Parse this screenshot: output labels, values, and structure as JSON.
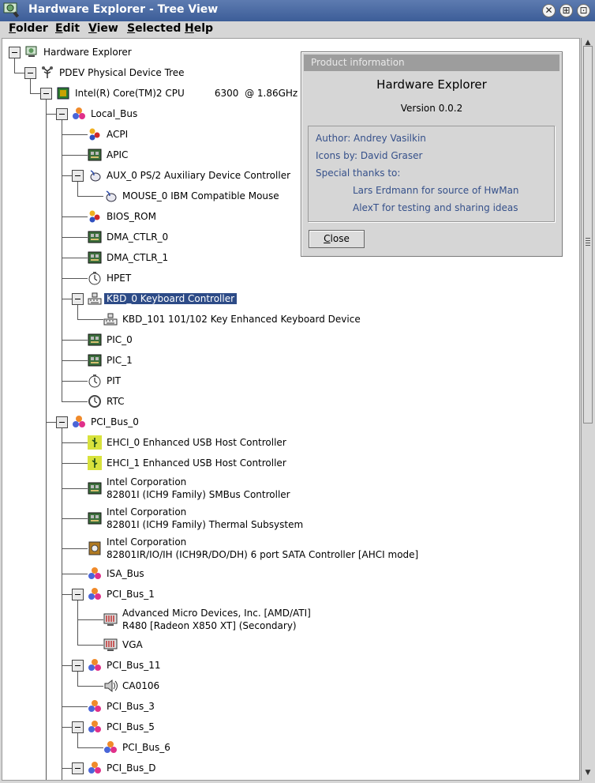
{
  "window": {
    "title": "Hardware Explorer - Tree View"
  },
  "menubar": [
    {
      "label": "Folder",
      "mnemonic": "F",
      "rest": "older"
    },
    {
      "label": "Edit",
      "mnemonic": "E",
      "rest": "dit"
    },
    {
      "label": "View",
      "mnemonic": "V",
      "rest": "iew"
    },
    {
      "label": "Selected",
      "mnemonic": "S",
      "rest": "elected"
    },
    {
      "label": "Help",
      "mnemonic": "H",
      "rest": "elp"
    }
  ],
  "tree": {
    "nodes": [
      {
        "label": "Hardware Explorer",
        "icon": "computer-icon",
        "selected": false
      },
      {
        "label": "PDEV Physical Device Tree",
        "icon": "tree-icon",
        "selected": false
      },
      {
        "label": "Intel(R) Core(TM)2 CPU          6300  @ 1.86GHz",
        "icon": "cpu-icon",
        "selected": false
      },
      {
        "label": "Local_Bus",
        "icon": "bus-icon",
        "selected": false
      },
      {
        "label": "ACPI",
        "icon": "acpi-icon",
        "selected": false
      },
      {
        "label": "APIC",
        "icon": "chip-icon",
        "selected": false
      },
      {
        "label": "AUX_0 PS/2 Auxiliary Device Controller",
        "icon": "mouse-icon",
        "selected": false
      },
      {
        "label": "MOUSE_0 IBM Compatible Mouse",
        "icon": "mouse-icon",
        "selected": false
      },
      {
        "label": "BIOS_ROM",
        "icon": "acpi-icon",
        "selected": false
      },
      {
        "label": "DMA_CTLR_0",
        "icon": "chip-icon",
        "selected": false
      },
      {
        "label": "DMA_CTLR_1",
        "icon": "chip-icon",
        "selected": false
      },
      {
        "label": "HPET",
        "icon": "timer-icon",
        "selected": false
      },
      {
        "label": "KBD_0 Keyboard Controller",
        "icon": "keyboard-icon",
        "selected": true
      },
      {
        "label": "KBD_101 101/102 Key Enhanced Keyboard Device",
        "icon": "keyboard-icon",
        "selected": false
      },
      {
        "label": "PIC_0",
        "icon": "chip-icon",
        "selected": false
      },
      {
        "label": "PIC_1",
        "icon": "chip-icon",
        "selected": false
      },
      {
        "label": "PIT",
        "icon": "timer-icon",
        "selected": false
      },
      {
        "label": "RTC",
        "icon": "clock-icon",
        "selected": false
      },
      {
        "label": "PCI_Bus_0",
        "icon": "bus-icon",
        "selected": false
      },
      {
        "label": "EHCI_0 Enhanced USB Host Controller",
        "icon": "usb-icon",
        "selected": false
      },
      {
        "label": "EHCI_1 Enhanced USB Host Controller",
        "icon": "usb-icon",
        "selected": false
      },
      {
        "label": "Intel Corporation",
        "label2": "82801I (ICH9 Family) SMBus Controller",
        "icon": "chip-icon",
        "selected": false
      },
      {
        "label": "Intel Corporation",
        "label2": "82801I (ICH9 Family) Thermal Subsystem",
        "icon": "chip-icon",
        "selected": false
      },
      {
        "label": "Intel Corporation",
        "label2": "82801IR/IO/IH (ICH9R/DO/DH) 6 port SATA Controller [AHCI mode]",
        "icon": "disk-icon",
        "selected": false
      },
      {
        "label": "ISA_Bus",
        "icon": "bus-icon",
        "selected": false
      },
      {
        "label": "PCI_Bus_1",
        "icon": "bus-icon",
        "selected": false
      },
      {
        "label": "Advanced Micro Devices, Inc. [AMD/ATI]",
        "label2": "R480 [Radeon X850 XT] (Secondary)",
        "icon": "display-icon",
        "selected": false
      },
      {
        "label": "VGA",
        "icon": "display-icon",
        "selected": false
      },
      {
        "label": "PCI_Bus_11",
        "icon": "bus-icon",
        "selected": false
      },
      {
        "label": "CA0106",
        "icon": "speaker-icon",
        "selected": false
      },
      {
        "label": "PCI_Bus_3",
        "icon": "bus-icon",
        "selected": false
      },
      {
        "label": "PCI_Bus_5",
        "icon": "bus-icon",
        "selected": false
      },
      {
        "label": "PCI_Bus_6",
        "icon": "bus-icon",
        "selected": false
      },
      {
        "label": "PCI_Bus_D",
        "icon": "bus-icon",
        "selected": false
      }
    ]
  },
  "dialog": {
    "title": "Product information",
    "app_name": "Hardware Explorer",
    "version": "Version 0.0.2",
    "lines": [
      {
        "text": "Author: Andrey Vasilkin"
      },
      {
        "text": "Icons by: David Graser"
      },
      {
        "text": "Special thanks to:"
      },
      {
        "text": "Lars Erdmann for source of HwMan"
      },
      {
        "text": "AlexT for testing and sharing ideas"
      }
    ],
    "close_button": {
      "label": "Close",
      "mnemonic": "C",
      "rest": "lose"
    }
  },
  "colors": {
    "title_bar": "#3c5d98",
    "selection": "#2d4b87",
    "dialog_text": "#35508a"
  }
}
